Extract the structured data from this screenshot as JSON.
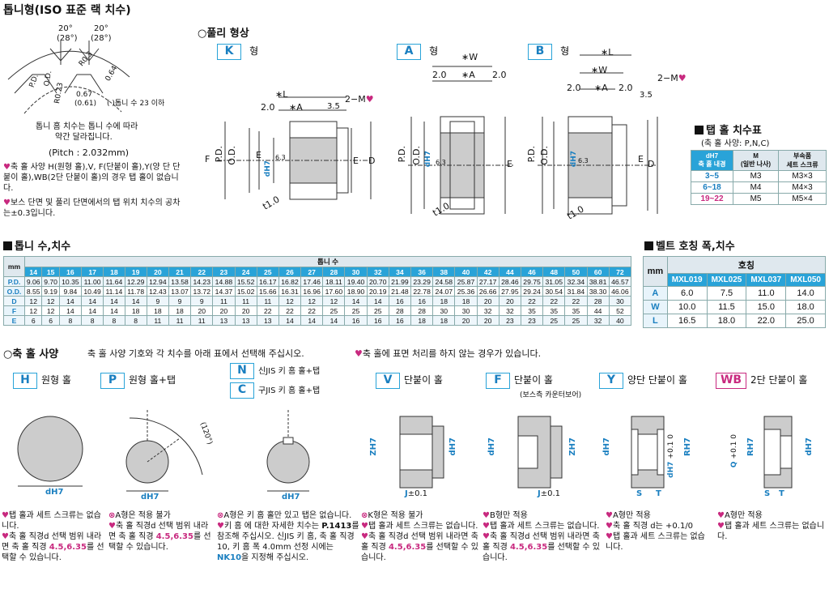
{
  "tooth": {
    "title": "톱니형(ISO 표준 랙 치수)",
    "angle1": "20°",
    "angle1b": "(28°)",
    "angle2": "20°",
    "angle2b": "(28°)",
    "r03": "R0.3",
    "r064": "0.64",
    "pd": "P.D.",
    "od": "O.D.",
    "r023": "R0.23",
    "v067": "0.67",
    "v061": "(0.61)",
    "paren_note": "(  )톱니 수 23 이하",
    "desc1": "톱니 홈 치수는 톱니 수에 따라",
    "desc2": "약간 달라집니다.",
    "pitch": "(Pitch : 2.032mm)",
    "note1": "축 홀 사양 H(원형 홀),V, F(단붙이 홀),Y(양 단 단붙이 홀),WB(2단 단붙이 홀)의 경우 탭 홀이 없습니다.",
    "note2": "보스 단면 및 풀리 단면에서의 탭 위치 치수의 공차는±0.3입니다."
  },
  "pulley": {
    "title": "○풀리 형상",
    "k_label": "K",
    "k_suffix": "형",
    "a_label": "A",
    "a_suffix": "형",
    "b_label": "B",
    "b_suffix": "형",
    "dim_L": "∗L",
    "dim_A": "∗A",
    "dim_W": "∗W",
    "dim_20": "2.0",
    "dim_35": "3.5",
    "dim_2M": "2−M",
    "dim_F": "F",
    "dim_PD": "P.D.",
    "dim_OD": "O.D.",
    "dim_E": "E",
    "dim_D": "D",
    "dim_d": "dH7",
    "dim_63": "6.3",
    "dim_t10": "t1.0"
  },
  "tap_table": {
    "title": "탭 홀 치수표",
    "subtitle": "(축 홀 사양: P,N,C)",
    "headers": [
      "dH7\n축 홀 내경",
      "M\n(일반 나사)",
      "부속품\n세트 스크류"
    ],
    "rows": [
      [
        "3~5",
        "M3",
        "M3×3"
      ],
      [
        "6~18",
        "M4",
        "M4×3"
      ],
      [
        "19~22",
        "M5",
        "M5×4"
      ]
    ]
  },
  "teeth_table": {
    "title": "톱니 수,치수",
    "mm": "mm",
    "group": "톱니 수",
    "counts": [
      "14",
      "15",
      "16",
      "17",
      "18",
      "19",
      "20",
      "21",
      "22",
      "23",
      "24",
      "25",
      "26",
      "27",
      "28",
      "30",
      "32",
      "34",
      "36",
      "38",
      "40",
      "42",
      "44",
      "46",
      "48",
      "50",
      "60",
      "72"
    ],
    "rows": [
      {
        "label": "P.D.",
        "values": [
          "9.06",
          "9.70",
          "10.35",
          "11.00",
          "11.64",
          "12.29",
          "12.94",
          "13.58",
          "14.23",
          "14.88",
          "15.52",
          "16.17",
          "16.82",
          "17.46",
          "18.11",
          "19.40",
          "20.70",
          "21.99",
          "23.29",
          "24.58",
          "25.87",
          "27.17",
          "28.46",
          "29.75",
          "31.05",
          "32.34",
          "38.81",
          "46.57"
        ]
      },
      {
        "label": "O.D.",
        "values": [
          "8.55",
          "9.19",
          "9.84",
          "10.49",
          "11.14",
          "11.78",
          "12.43",
          "13.07",
          "13.72",
          "14.37",
          "15.02",
          "15.66",
          "16.31",
          "16.96",
          "17.60",
          "18.90",
          "20.19",
          "21.48",
          "22.78",
          "24.07",
          "25.36",
          "26.66",
          "27.95",
          "29.24",
          "30.54",
          "31.84",
          "38.30",
          "46.06"
        ]
      },
      {
        "label": "D",
        "values": [
          "12",
          "12",
          "14",
          "14",
          "14",
          "14",
          "9",
          "9",
          "9",
          "11",
          "11",
          "11",
          "12",
          "12",
          "12",
          "14",
          "14",
          "16",
          "16",
          "18",
          "18",
          "20",
          "20",
          "22",
          "22",
          "22",
          "28",
          "30"
        ]
      },
      {
        "label": "F",
        "values": [
          "12",
          "12",
          "14",
          "14",
          "14",
          "18",
          "18",
          "18",
          "20",
          "20",
          "20",
          "22",
          "22",
          "22",
          "25",
          "25",
          "25",
          "28",
          "28",
          "30",
          "30",
          "32",
          "32",
          "35",
          "35",
          "35",
          "44",
          "52"
        ]
      },
      {
        "label": "E",
        "values": [
          "6",
          "6",
          "8",
          "8",
          "8",
          "8",
          "11",
          "11",
          "11",
          "13",
          "13",
          "13",
          "14",
          "14",
          "14",
          "16",
          "16",
          "16",
          "18",
          "18",
          "20",
          "20",
          "23",
          "23",
          "25",
          "25",
          "32",
          "40"
        ]
      }
    ]
  },
  "belt_table": {
    "title": "벨트 호칭 폭,치수",
    "mm": "mm",
    "group": "호칭",
    "cols": [
      "MXL019",
      "MXL025",
      "MXL037",
      "MXL050"
    ],
    "rows": [
      {
        "label": "A",
        "values": [
          "6.0",
          "7.5",
          "11.0",
          "14.0"
        ]
      },
      {
        "label": "W",
        "values": [
          "10.0",
          "11.5",
          "15.0",
          "18.0"
        ]
      },
      {
        "label": "L",
        "values": [
          "16.5",
          "18.0",
          "22.0",
          "25.0"
        ]
      }
    ]
  },
  "shaft": {
    "title": "○축 홀 사양",
    "intro": "축 홀 사양 기호와 각 치수를 아래 표에서 선택해 주십시오.",
    "warn": "축 홀에 표면 처리를 하지 않는 경우가 있습니다.",
    "types": [
      {
        "code": "H",
        "label": "원형 홀"
      },
      {
        "code": "P",
        "label": "원형 홀+탭"
      },
      {
        "code": "N",
        "label": "신JIS 키 홈 홀+탭"
      },
      {
        "code": "C",
        "label": "구JIS 키 홈 홀+탭"
      },
      {
        "code": "V",
        "label": "단붙이 홀"
      },
      {
        "code": "F",
        "label": "단붙이 홀",
        "sub": "(보스측 카운터보어)"
      },
      {
        "code": "Y",
        "label": "양단 단붙이 홀"
      },
      {
        "code": "WB",
        "label": "2단 단붙이 홀"
      }
    ],
    "dims": {
      "dH7": "dH7",
      "ZH7": "ZH7",
      "angle120": "(120°)",
      "J": "J",
      "pm01": "±0.1",
      "S": "S",
      "T": "T",
      "RH7": "RH7",
      "Q": "Q",
      "tol": "+0.1\n0"
    },
    "notes": {
      "H": [
        "탭 홀과 세트 스크류는 없습니다.",
        "축 홀 직경d 선택 범위 내라면 축 홀 직경 ",
        "4.5",
        ",",
        "6.35",
        "를 선택할 수 있습니다."
      ],
      "P": [
        "A형은 적용 불가",
        "축 홀 직경d 선택 범위 내라면 축 홀 직경 ",
        "4.5",
        ",",
        "6.35",
        "를 선택할 수 있습니다."
      ],
      "N": [
        "A형은 키 홈 홀만 있고 탭은 없습니다.",
        "키 홈 에 대한 자세한 치수는 ",
        "P.1413",
        "를 참조해 주십시오. 신JIS 키 홈, 축 홀 직경 10, 키 홈 폭 4.0mm 선정 시에는 ",
        "NK10",
        "을 지정해 주십시오."
      ],
      "V": [
        "K형은 적용 불가",
        "탭 홀과 세트 스크류는 없습니다.",
        "축 홀 직경d 선택 범위 내라면 축 홀 직경 ",
        "4.5",
        ",",
        "6.35",
        "를 선택할 수 있습니다."
      ],
      "F": [
        "B형만 적용",
        "탭 홀과 세트 스크류는 없습니다.",
        "축 홀 직경d 선택 범위 내라면 축 홀 직경 ",
        "4.5",
        ",",
        "6.35",
        "를 선택할 수 있습니다."
      ],
      "Y": [
        "A형만 적용",
        "축 홀 직경 d는 +0.1/0",
        "탭 홀과 세트 스크류는 없습니다."
      ],
      "WB": [
        "A형만 적용",
        "탭 홀과 세트 스크류는 없습니다."
      ]
    }
  }
}
